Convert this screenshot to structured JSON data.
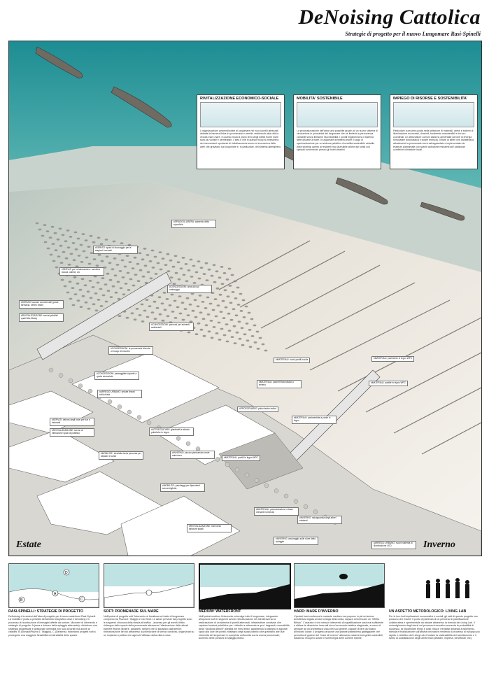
{
  "header": {
    "title": "DeNoising Cattolica",
    "subtitle": "Strategie di progetto per il nuovo Lungomare Rasi-Spinelli"
  },
  "panels": [
    {
      "title": "RIVITALIZZAZIONE ECONOMICO-SOCIALE",
      "text": "L'organizzazione perpendicolare al lungomare nei nuovi pontili attrezzati abbatte la barriera fisica tra promenade e arenile, restituendo alla città la veduta mare-mare. In questo modo il piano terra degli edifici fronte mare sarà più vivibile e permeabile. L'idea è che in questo modo si innescherà dei meccanismi spontanei di rivitalizzazione socio-ed economica delle aree che gravitano sul lungomare e, in particolare, del sistema alberghiero."
    },
    {
      "title": "MOBILITA' SOSTENIBILE",
      "text": "La pedonalizzazione dell'area sarà possibile grazie ad un nuovo sistema di circolazione in prossimità del lungomare che ne limiterà la percorrenza carrabile senza limitarne l'accessibilità. I pontili miglioreranno il sistema delle discese a mare. Il lungomare diventerà anche il luogo di sperimentazione per un sistema pubblico di mobilità sostenibile ciclabile (bike sharing) aperto ai residenti ma usufruibile anche dai turisti con speciali convenzioni presso gli hotel cittadini."
    },
    {
      "title": "IMPIEGO DI RISORSE E SOSTENIBILITA'",
      "text": "Particolare cura verrà posta nella selezione di materiali, arredi e sistemi di illuminazione economici, durevoli, facilmente manutenibili e tra loro coordinati. Le attrezzature comuni saranno alimentate da fonti di energia rinnovabile (fotovoltaica e solare termica). Il filare di alberi che caratterizza attualmente la promenade verrà salvaguardato e implementato da essenze piantumate con specie autoctone resistenti alle particolari condizioni climatiche locali."
    }
  ],
  "labels": [
    "#SPIAGGIA LIBERA: aumento della superficie",
    "#SERVIZI: spazi di stoccaggio per le stagioni invernali",
    "#SERVIZI per la balneazione: cambina doccia, cabine, wc",
    "#CONCESSIONI: area ad uso ombreggio",
    "#SERVIZI funzioni commerciali (poste, farmacia, centro visite)",
    "#RIVITALIZZAZIONE: servizi pubblici quali bike library",
    "#CONCESSIONI: percorsi per aumenti ambientali",
    "#CONCESSIONI: la promenade diventa un luogo di incontro",
    "#CONCESSIONI: passeggiate coperte a quota sensoriale",
    "#ARREDO URBANO: sedute lineari sulla risaia",
    "#SERVIZI: dehors degli hotel per bar e ristoranti",
    "#RIVITALIZZAZIONE: servizi di interazione spazi di pubblico",
    "#ATTREZZATURE: giardinetti e stanze pubbliche in legno",
    "#INVERNO: piccolo piantumato verde autoctono",
    "#MOBILITA': bicicletta lenta percorsa per cittadini e turisti",
    "#MOBILITA': parcheggi per dipendenti senza biglietto",
    "#MATERIALI: pontili in legno WPC",
    "#PROSCENARIO: palco teatro estivo",
    "#INVERNO: ancoraggio sulle dune della spiaggia",
    "#MATERIALI: pannelli fotovoltaici a terreno",
    "#MATERIALI: pavimentazione a base drenante luminose",
    "#INVERNO: salvaguardia degli alberi esistenti",
    "#RIVITALIZZAZIONE: intervento strutture stabili",
    "#ARREDO URBANO: nuovo sistema di illuminazione LED",
    "#MATERIALI: nuovi pontili a sole",
    "#MATERIALI: pavimento in legno WPC",
    "#MATERIALI: pontile in legno WPC",
    "#MATERIALI: pavimentate a ponte in legno"
  ],
  "seasons": {
    "left": "Estate",
    "right": "Inverno"
  },
  "thumb_letters": [
    "B",
    "A",
    "C",
    "D"
  ],
  "sections": [
    {
      "title": "RASI-SPINELLI: STRATEGIE DI PROGETTO",
      "text": "DeNoising è la sintesi dell'idea di progetto per il nuovo waterfront Rasi-Spinelli. La mobilità è posta a presidio dell'ambito fotografico dove il denoising è il processo di ricostruzione di immagini affette da rumore. Muovere di intervento e strategie di progetto: A (area a ridosso della spiaggia attrezzata): richiedono una strategia progettuale e gestionale orientata non solo ai turisti ma anche ai cittadini. B (Kursaal/Piazza 1° Maggio), C (Darsena): richiedono progetti volti a proseguire una maggiore flessibilità ed attrattività dello spazio."
    },
    {
      "title": "SOFT: PROMENADE SUL MARE",
      "text": "Nell'ipotesi di progetto soft l'intervento si focalizza sul tratto di lungomare compreso tra Piazza 1° Maggio e via Verdi. Le azioni previste dal progetto sono le seguenti: chiusura della strada al traffico - accesso per gli aventi diritto; ridisegno dello spazio della promenade attraverso l'eliminazione delle attuali barriere fisiche (fioriere, parapetti, rampe) che lo separano dall'arenile; ristrutturazione dei lidi attraverso la promozione di servizi condivisi, organizzati su un impianto a pettine che agevoli l'afflusso della città a mare."
    },
    {
      "title": "MEDIUM: WATERFRONT",
      "text": "Nell'ipotesi medium l'intervento coinvolge tutto il lungomare, integrando all'opzione soft le seguenti azioni: ristrutturazione dei lidi attraverso la realizzazione di un sistema di pontili attrezzati, infrastrutture condivise che captano funzioni pubbliche per i cittadini e attrezzature per i bagnanti; reversibilità della \"struttura debole\" allestita nei mesi estivi; garantendo la disegno e appositi spazi alla luce dei pontili; ridisegno degli spazi pubblici che gravitano alle due estremità del lungomare in completa uniformità con la nuova promenade; aumento delle porzioni di spiaggia libera."
    },
    {
      "title": "HARD: MARE D'INVERNO",
      "text": "L'ipotesi hard conferma le variante medium ma propone in più un'azione architettura legata al loisir a larga della costa, capace di innescare un \"effetto Bilbao\". L'assunto è che nessun intervento di riqualificazione sarà mai sufficiente a sfidare le dinamiche invernali da un'economia turistica stagionale, a meno di pensare ad un'architettura unica nel suo genere, capace di fare da volano all'indotto locale. Il progetto propone una grande piattaforma galleggiante che permetta di godere del \"mare di inverno\" attraverso sistemi energetici sostenibili, basati sul recupero solare e sull'energia delle correnti marine."
    },
    {
      "title": "UN ASPETTO METODOLOGICO: LIVING LAB",
      "text": "Per le loro forti implicazioni economiche e sociali, gli esiti di questo progetto non possono che essere il punto di partenza di un percorso di pianificazione collaborativa e sperimentale da attuare attraverso la formula dei Living Lab. Il coinvolgimento degli utenti nel processo innovativo aumenta la probabilità di successo, fa risparmiare tempi e costi, riduce i tentativi destinati al fallimento, stimola e finalizzazione sull'attività innovativa rendendo il processo di sviluppo più rapido. L'obiettivo dei Living Lab è testare la realizzabilità del cambiamento e il livello di soddisfazione degli utenti finali (cittadini, imprese, beneficiari, etc)."
    }
  ]
}
